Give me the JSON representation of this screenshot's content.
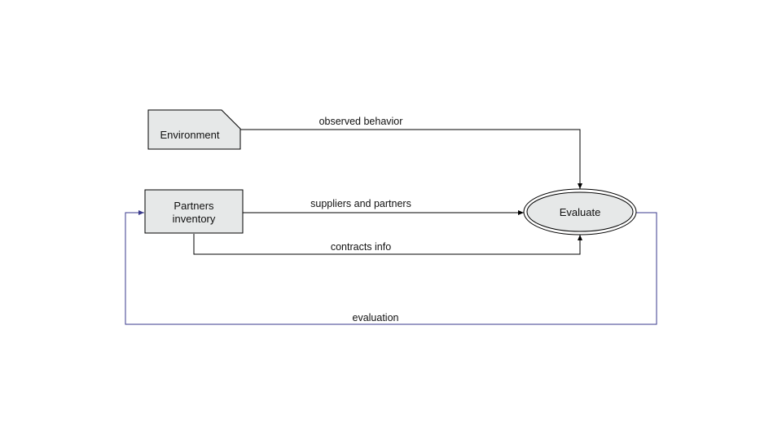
{
  "diagram": {
    "nodes": {
      "environment": {
        "label": "Environment",
        "shape": "external-entity"
      },
      "partners_inventory": {
        "label_line1": "Partners",
        "label_line2": "inventory",
        "shape": "data-store"
      },
      "evaluate": {
        "label": "Evaluate",
        "shape": "process"
      }
    },
    "edges": {
      "observed_behavior": {
        "label": "observed behavior",
        "from": "Environment",
        "to": "Evaluate"
      },
      "suppliers_and_partners": {
        "label": "suppliers and partners",
        "from": "Partners inventory",
        "to": "Evaluate"
      },
      "contracts_info": {
        "label": "contracts info",
        "from": "Partners inventory",
        "to": "Evaluate"
      },
      "evaluation": {
        "label": "evaluation",
        "from": "Evaluate",
        "to": "Partners inventory"
      }
    },
    "colors": {
      "node_fill": "#e6e8e8",
      "stroke": "#000000",
      "feedback_edge": "#3a3a8c",
      "text": "#111111"
    }
  }
}
